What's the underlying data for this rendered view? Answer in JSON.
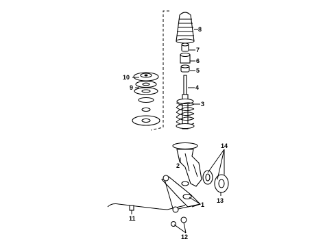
{
  "diagram": {
    "callouts": {
      "c1": "1",
      "c2": "2",
      "c3": "3",
      "c4": "4",
      "c5": "5",
      "c6": "6",
      "c7": "7",
      "c8": "8",
      "c9": "9",
      "c10": "10",
      "c11": "11",
      "c12": "12",
      "c13": "13",
      "c14": "14"
    }
  }
}
